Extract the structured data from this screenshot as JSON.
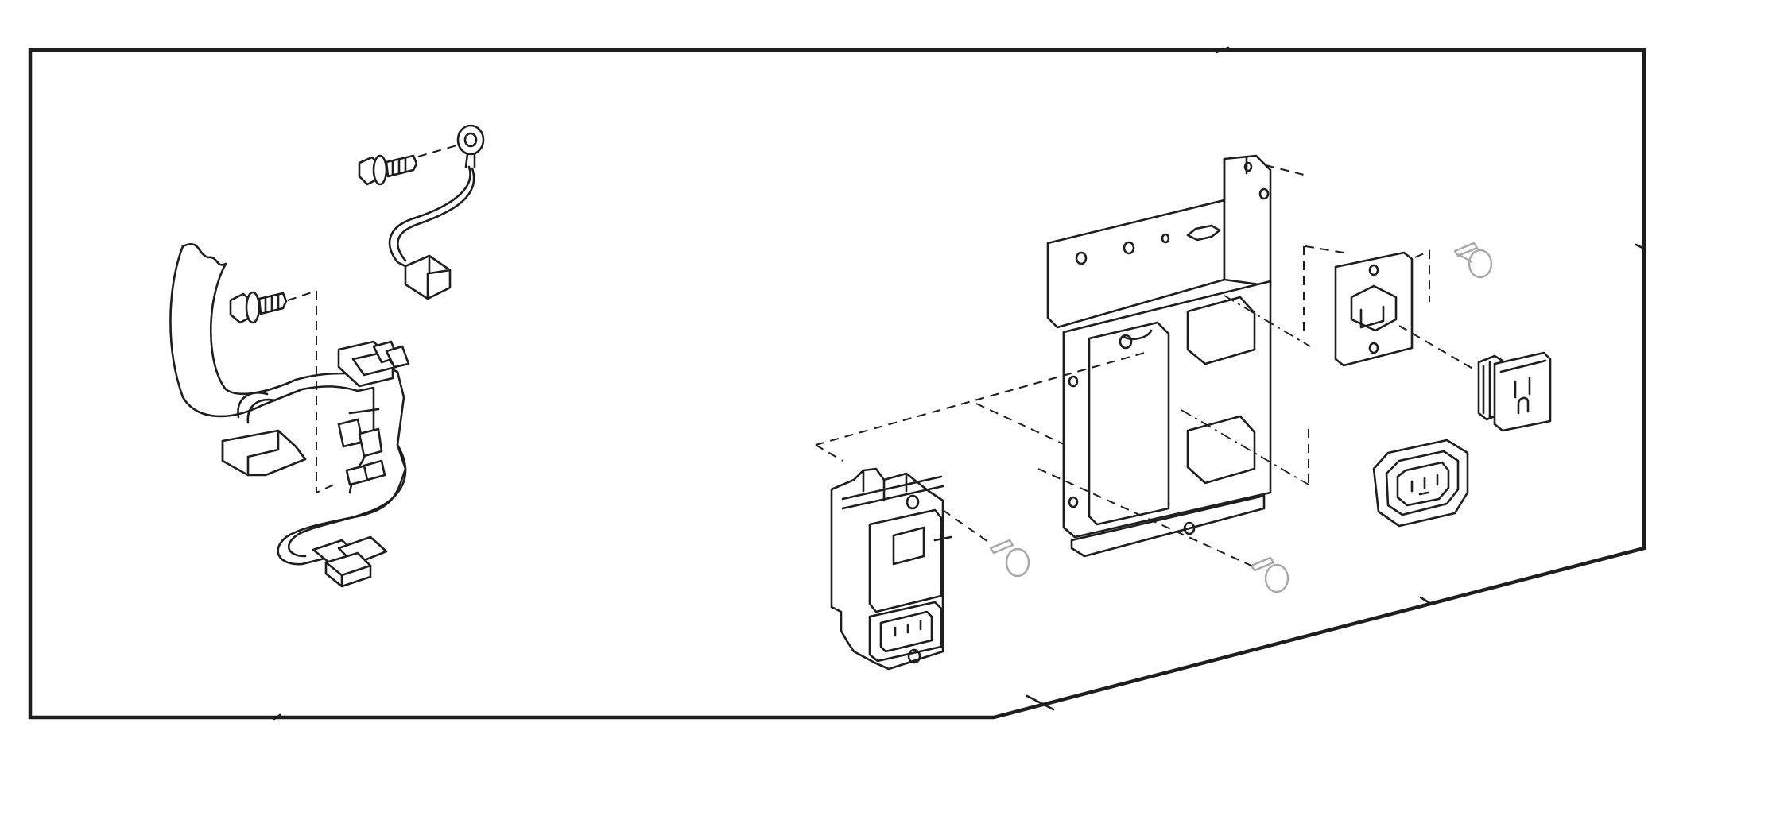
{
  "diagram": {
    "kind": "exploded-parts-illustration",
    "line_color": "#1e1e1e",
    "hidden_part_color": "#a8a8a8",
    "background": "#ffffff",
    "parts": [
      {
        "name": "wire-harness"
      },
      {
        "name": "ground-wire-ring-terminal"
      },
      {
        "name": "ground-screw"
      },
      {
        "name": "harness-screw"
      },
      {
        "name": "mounting-bracket"
      },
      {
        "name": "power-inlet-fuse-module"
      },
      {
        "name": "ac-outlet-receptacle"
      },
      {
        "name": "iec-power-outlet"
      },
      {
        "name": "outlet-cover-plate"
      },
      {
        "name": "mounting-screws"
      }
    ]
  }
}
